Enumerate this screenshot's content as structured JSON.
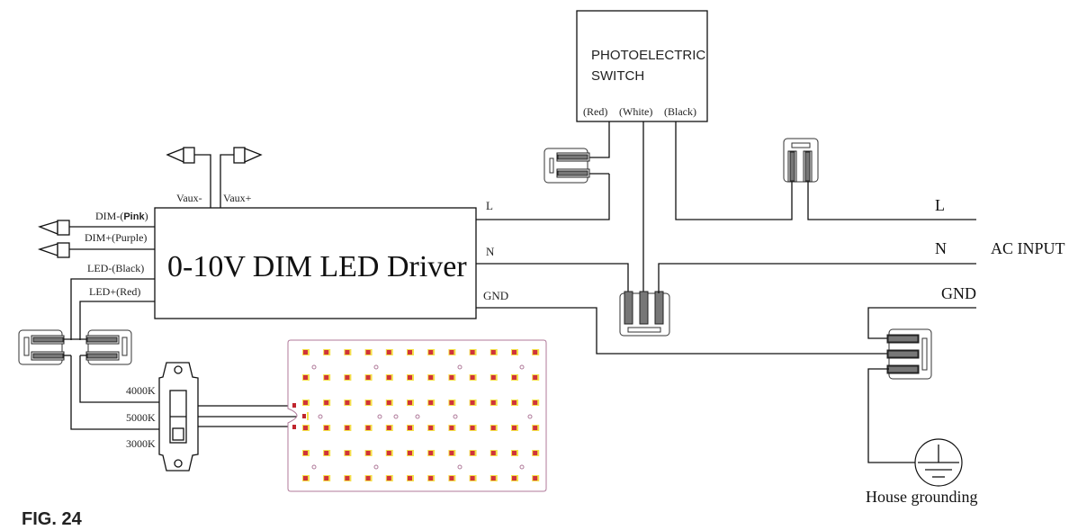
{
  "figure": {
    "label": "FIG. 24"
  },
  "driver": {
    "title": "0-10V DIM LED Driver",
    "left_terminals": [
      "DIM-(",
      "Pink",
      ")",
      "DIM+(Purple)",
      "LED-(Black)",
      "LED+(Red)"
    ],
    "top_terminals": {
      "vaux_minus": "Vaux-",
      "vaux_plus": "Vaux+"
    },
    "right_terminals": {
      "l": "L",
      "n": "N",
      "gnd": "GND"
    }
  },
  "photoelectric_switch": {
    "title_line1": "PHOTOELECTRIC",
    "title_line2": "SWITCH",
    "wires": [
      "(Red)",
      "(White)",
      "(Black)"
    ]
  },
  "cct_switch": {
    "options": [
      "4000K",
      "5000K",
      "3000K"
    ]
  },
  "led_board": {
    "rows": 6,
    "columns": 12,
    "led_color": "#d0343a",
    "glow_color": "#f5e04a",
    "outline_color": "#b07a9a"
  },
  "ac_input": {
    "label": "AC INPUT",
    "l": "L",
    "n": "N",
    "gnd": "GND"
  },
  "grounding": {
    "label": "House grounding"
  }
}
